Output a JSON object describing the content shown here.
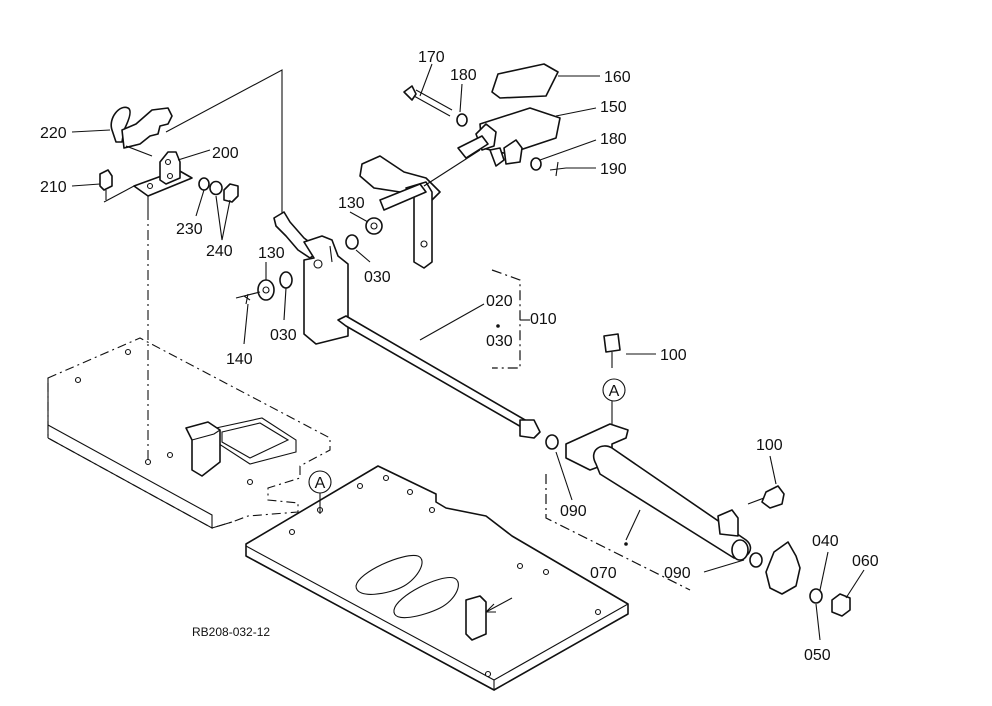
{
  "drawing_ref": "RB208-032-12",
  "callouts": [
    {
      "id": "160",
      "text": "160"
    },
    {
      "id": "170",
      "text": "170"
    },
    {
      "id": "180a",
      "text": "180"
    },
    {
      "id": "150",
      "text": "150"
    },
    {
      "id": "180b",
      "text": "180"
    },
    {
      "id": "190",
      "text": "190"
    },
    {
      "id": "220",
      "text": "220"
    },
    {
      "id": "200",
      "text": "200"
    },
    {
      "id": "210",
      "text": "210"
    },
    {
      "id": "230",
      "text": "230"
    },
    {
      "id": "240",
      "text": "240"
    },
    {
      "id": "130a",
      "text": "130"
    },
    {
      "id": "130b",
      "text": "130"
    },
    {
      "id": "030a",
      "text": "030"
    },
    {
      "id": "030b",
      "text": "030"
    },
    {
      "id": "140",
      "text": "140"
    },
    {
      "id": "020",
      "text": "020"
    },
    {
      "id": "010",
      "text": "010"
    },
    {
      "id": "030c",
      "text": "030"
    },
    {
      "id": "100a",
      "text": "100"
    },
    {
      "id": "100b",
      "text": "100"
    },
    {
      "id": "090a",
      "text": "090"
    },
    {
      "id": "090b",
      "text": "090"
    },
    {
      "id": "070",
      "text": "070"
    },
    {
      "id": "040",
      "text": "040"
    },
    {
      "id": "060",
      "text": "060"
    },
    {
      "id": "050",
      "text": "050"
    }
  ],
  "reference_marks": [
    {
      "id": "A1",
      "text": "A"
    },
    {
      "id": "A2",
      "text": "A"
    }
  ]
}
